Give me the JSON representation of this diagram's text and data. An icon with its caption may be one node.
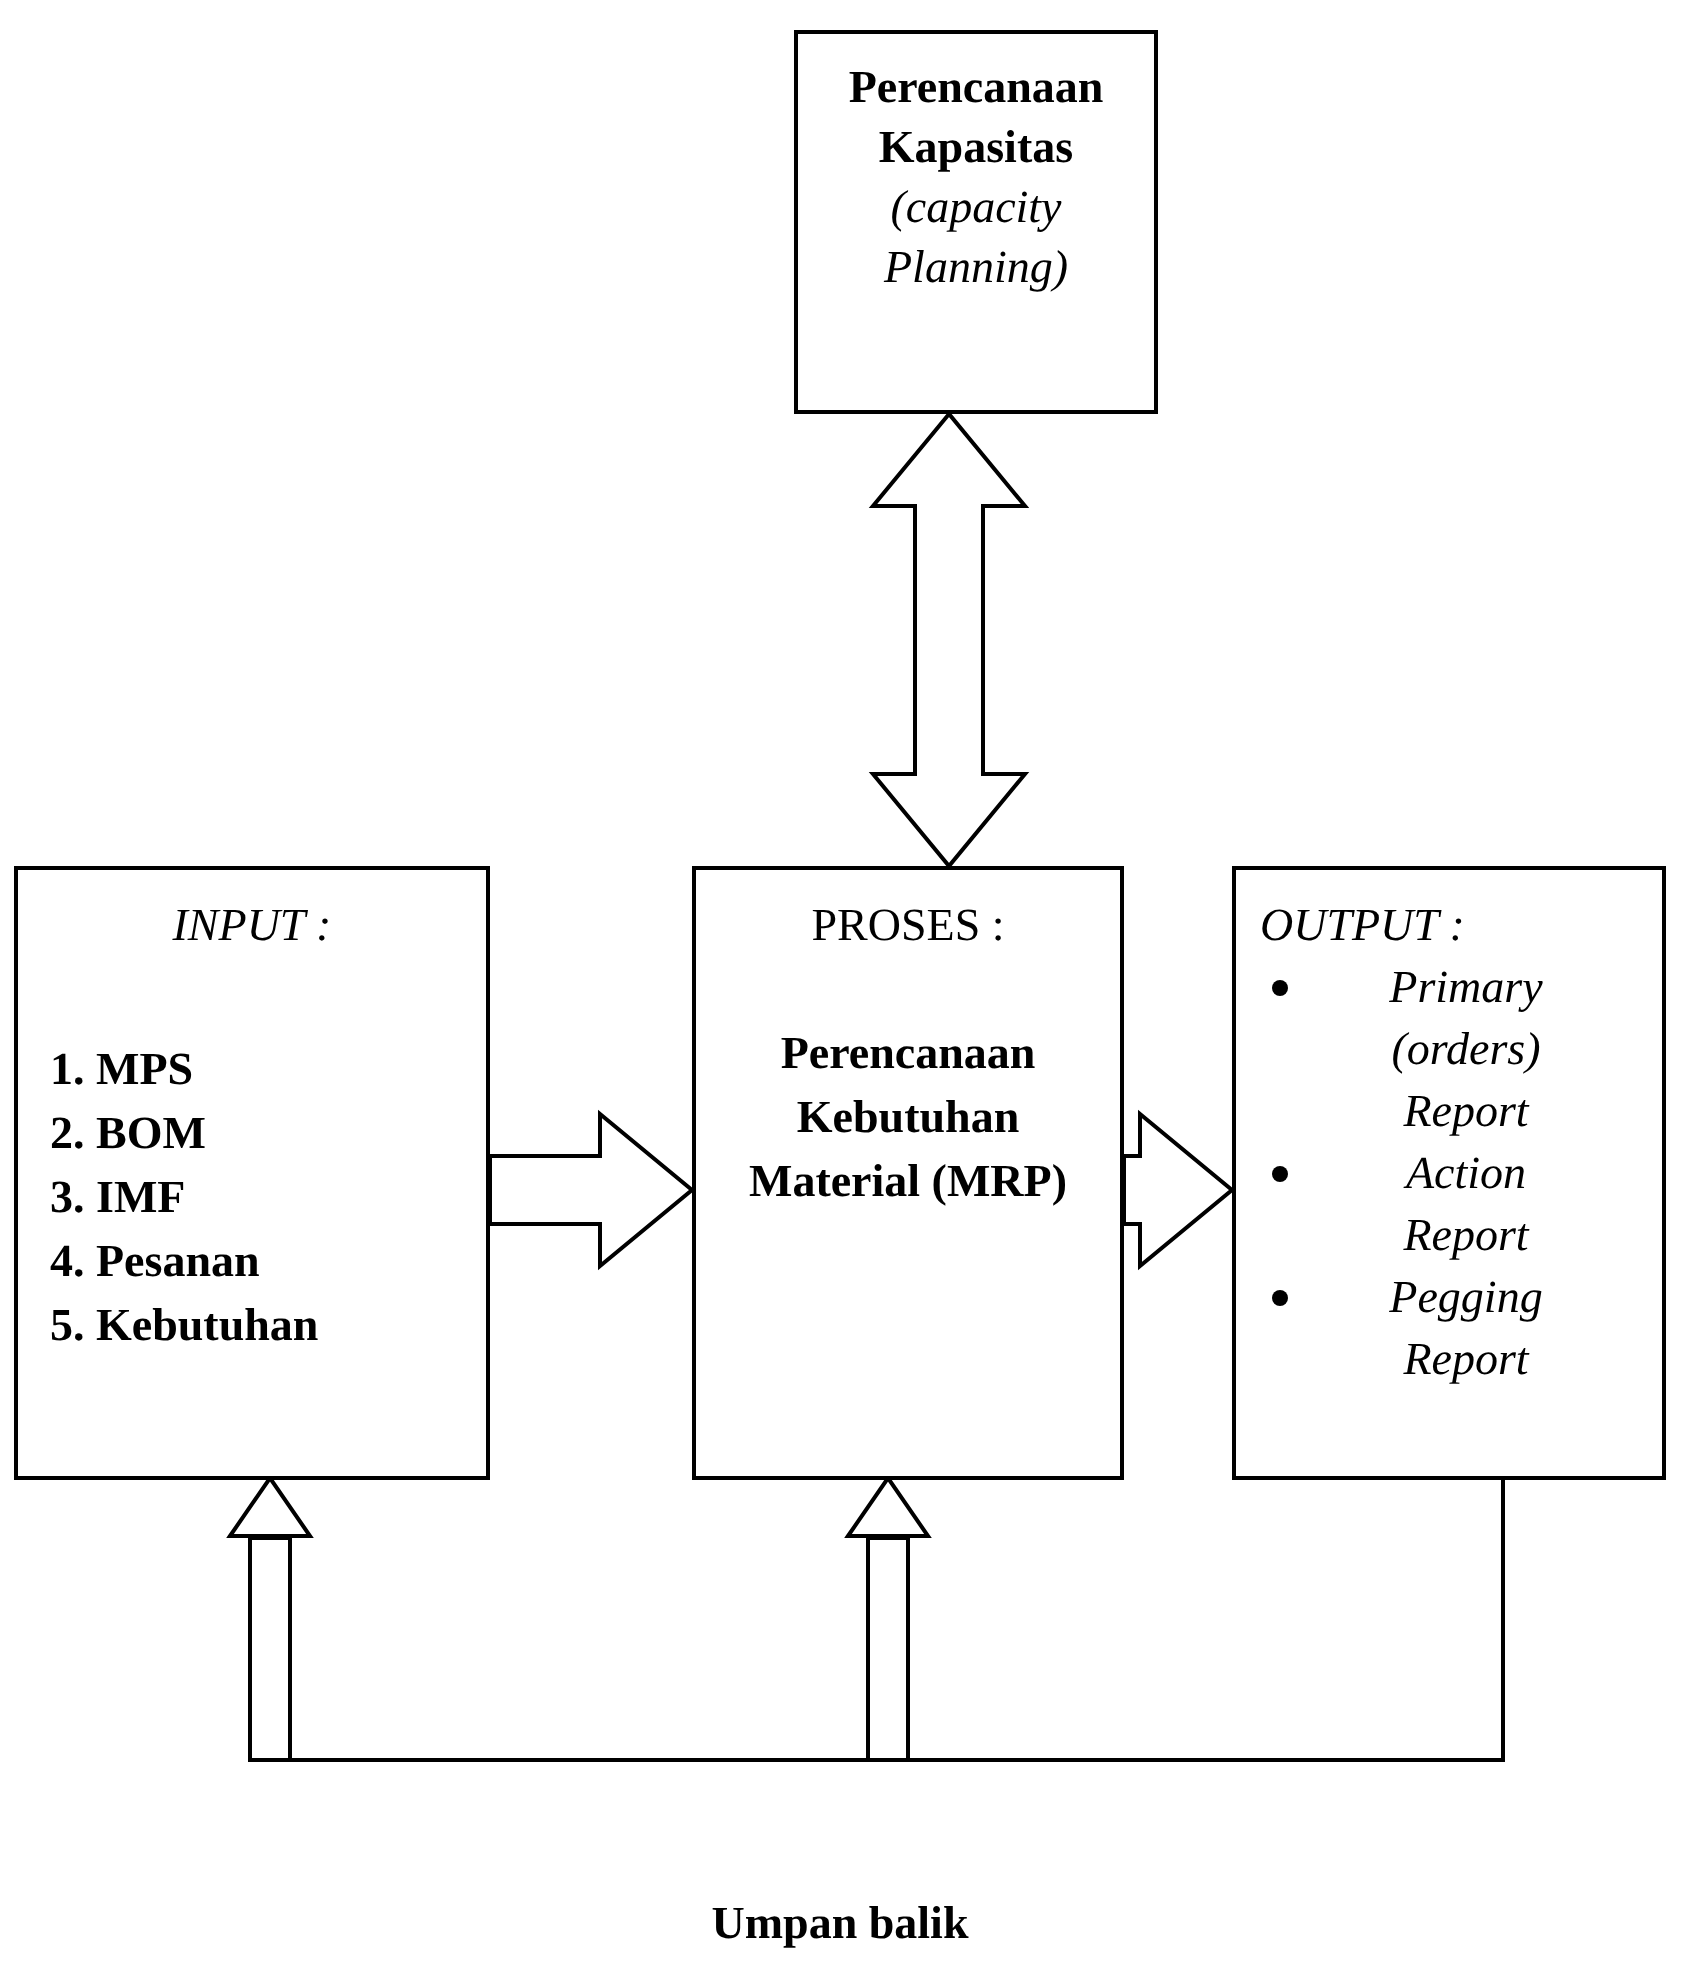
{
  "diagram": {
    "nodes": [
      {
        "text": [
          "Perencanaan Kapasitas",
          "(capacity Planning)"
        ]
      },
      {
        "text": [
          "INPUT :",
          "1. MPS",
          "2. BOM",
          "3. IMF",
          "4. Pesanan",
          "5. Kebutuhan"
        ]
      },
      {
        "text": [
          "PROSES :",
          "Perencanaan Kebutuhan Material (MRP)"
        ]
      },
      {
        "text": [
          "OUTPUT :",
          "Primary (orders) Report",
          "Action Report",
          "Pegging Report"
        ]
      }
    ],
    "edges": [
      {
        "from": 0,
        "to": 2,
        "arrow": "both",
        "style": "thick"
      },
      {
        "from": 1,
        "to": 2,
        "arrow": "to",
        "style": "thick"
      },
      {
        "from": 2,
        "to": 3,
        "arrow": "to",
        "style": "thick"
      },
      {
        "from": 3,
        "to": 1,
        "arrow": "to"
      },
      {
        "from": 3,
        "to": 2,
        "arrow": "to"
      }
    ],
    "labels": [
      "Umpan balik"
    ]
  }
}
